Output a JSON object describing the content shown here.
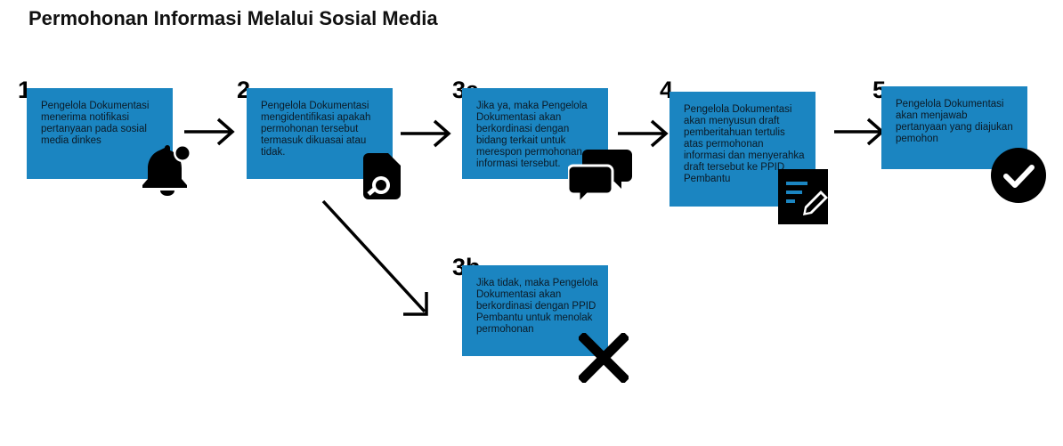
{
  "title": "Permohonan Informasi Melalui Sosial Media",
  "steps": [
    {
      "num": "1.",
      "text": "Pengelola Dokumentasi menerima notifikasi pertanyaan pada sosial media dinkes",
      "icon": "bell-icon"
    },
    {
      "num": "2.",
      "text": "Pengelola Dokumentasi mengidentifikasi apakah permohonan tersebut termasuk dikuasai atau tidak.",
      "icon": "document-search-icon"
    },
    {
      "num": "3a.",
      "text": "Jika ya, maka Pengelola Dokumentasi akan berkordinasi dengan bidang terkait untuk merespon permohonan informasi tersebut.",
      "icon": "chat-bubbles-icon"
    },
    {
      "num": "4.",
      "text": "Pengelola Dokumentasi akan menyusun draft pemberitahuan tertulis atas permohonan informasi  dan menyerahka draft tersebut ke PPID Pembantu",
      "icon": "edit-document-icon"
    },
    {
      "num": "5.",
      "text": "Pengelola Dokumentasi akan menjawab pertanyaan yang diajukan pemohon",
      "icon": "check-circle-icon"
    },
    {
      "num": "3b.",
      "text": "Jika tidak, maka Pengelola Dokumentasi akan berkordinasi dengan PPID Pembantu untuk menolak permohonan",
      "icon": "x-icon"
    }
  ],
  "colors": {
    "box": "#1b85c1",
    "text": "#0b1a26",
    "arrow": "#000000"
  }
}
